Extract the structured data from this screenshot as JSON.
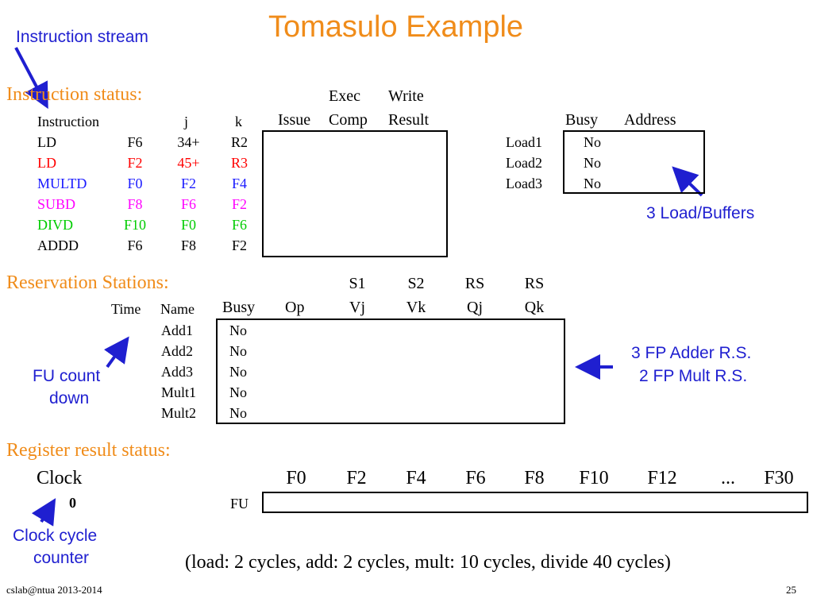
{
  "slide": {
    "title": "Tomasulo Example",
    "footer_left": "cslab@ntua 2013-2014",
    "page_number": "25",
    "note": "(load: 2 cycles, add: 2 cycles, mult: 10 cycles, divide 40 cycles)"
  },
  "callouts": {
    "instruction_stream": "Instruction stream",
    "load_buffers": "3 Load/Buffers",
    "fp_rs_line1": "3 FP Adder R.S.",
    "fp_rs_line2": "2 FP Mult R.S.",
    "fu_line1": "FU count",
    "fu_line2": "down",
    "clock_line1": "Clock cycle",
    "clock_line2": "counter"
  },
  "instruction_status": {
    "heading": "Instruction status:",
    "headers": {
      "instruction": "Instruction",
      "j": "j",
      "k": "k",
      "issue": "Issue",
      "exec_top": "Exec",
      "exec_bottom": "Comp",
      "write_top": "Write",
      "write_bottom": "Result"
    },
    "rows": [
      {
        "op": "LD",
        "dest": "F6",
        "j": "34+",
        "k": "R2",
        "color": "#000000"
      },
      {
        "op": "LD",
        "dest": "F2",
        "j": "45+",
        "k": "R3",
        "color": "#ff0000"
      },
      {
        "op": "MULTD",
        "dest": "F0",
        "j": "F2",
        "k": "F4",
        "color": "#1a1aff"
      },
      {
        "op": "SUBD",
        "dest": "F8",
        "j": "F6",
        "k": "F2",
        "color": "#ff00ff"
      },
      {
        "op": "DIVD",
        "dest": "F10",
        "j": "F0",
        "k": "F6",
        "color": "#00cc00"
      },
      {
        "op": "ADDD",
        "dest": "F6",
        "j": "F8",
        "k": "F2",
        "color": "#000000"
      }
    ]
  },
  "load_buffers": {
    "headers": {
      "busy": "Busy",
      "address": "Address"
    },
    "rows": [
      {
        "name": "Load1",
        "busy": "No"
      },
      {
        "name": "Load2",
        "busy": "No"
      },
      {
        "name": "Load3",
        "busy": "No"
      }
    ]
  },
  "reservation_stations": {
    "heading": "Reservation Stations:",
    "headers": {
      "time": "Time",
      "name": "Name",
      "busy": "Busy",
      "op": "Op",
      "vj_top": "S1",
      "vj": "Vj",
      "vk_top": "S2",
      "vk": "Vk",
      "qj_top": "RS",
      "qj": "Qj",
      "qk_top": "RS",
      "qk": "Qk"
    },
    "rows": [
      {
        "name": "Add1",
        "busy": "No"
      },
      {
        "name": "Add2",
        "busy": "No"
      },
      {
        "name": "Add3",
        "busy": "No"
      },
      {
        "name": "Mult1",
        "busy": "No"
      },
      {
        "name": "Mult2",
        "busy": "No"
      }
    ]
  },
  "register_status": {
    "heading": "Register result status:",
    "clock_label": "Clock",
    "clock_value": "0",
    "fu_label": "FU",
    "registers": [
      "F0",
      "F2",
      "F4",
      "F6",
      "F8",
      "F10",
      "F12",
      "...",
      "F30"
    ]
  }
}
